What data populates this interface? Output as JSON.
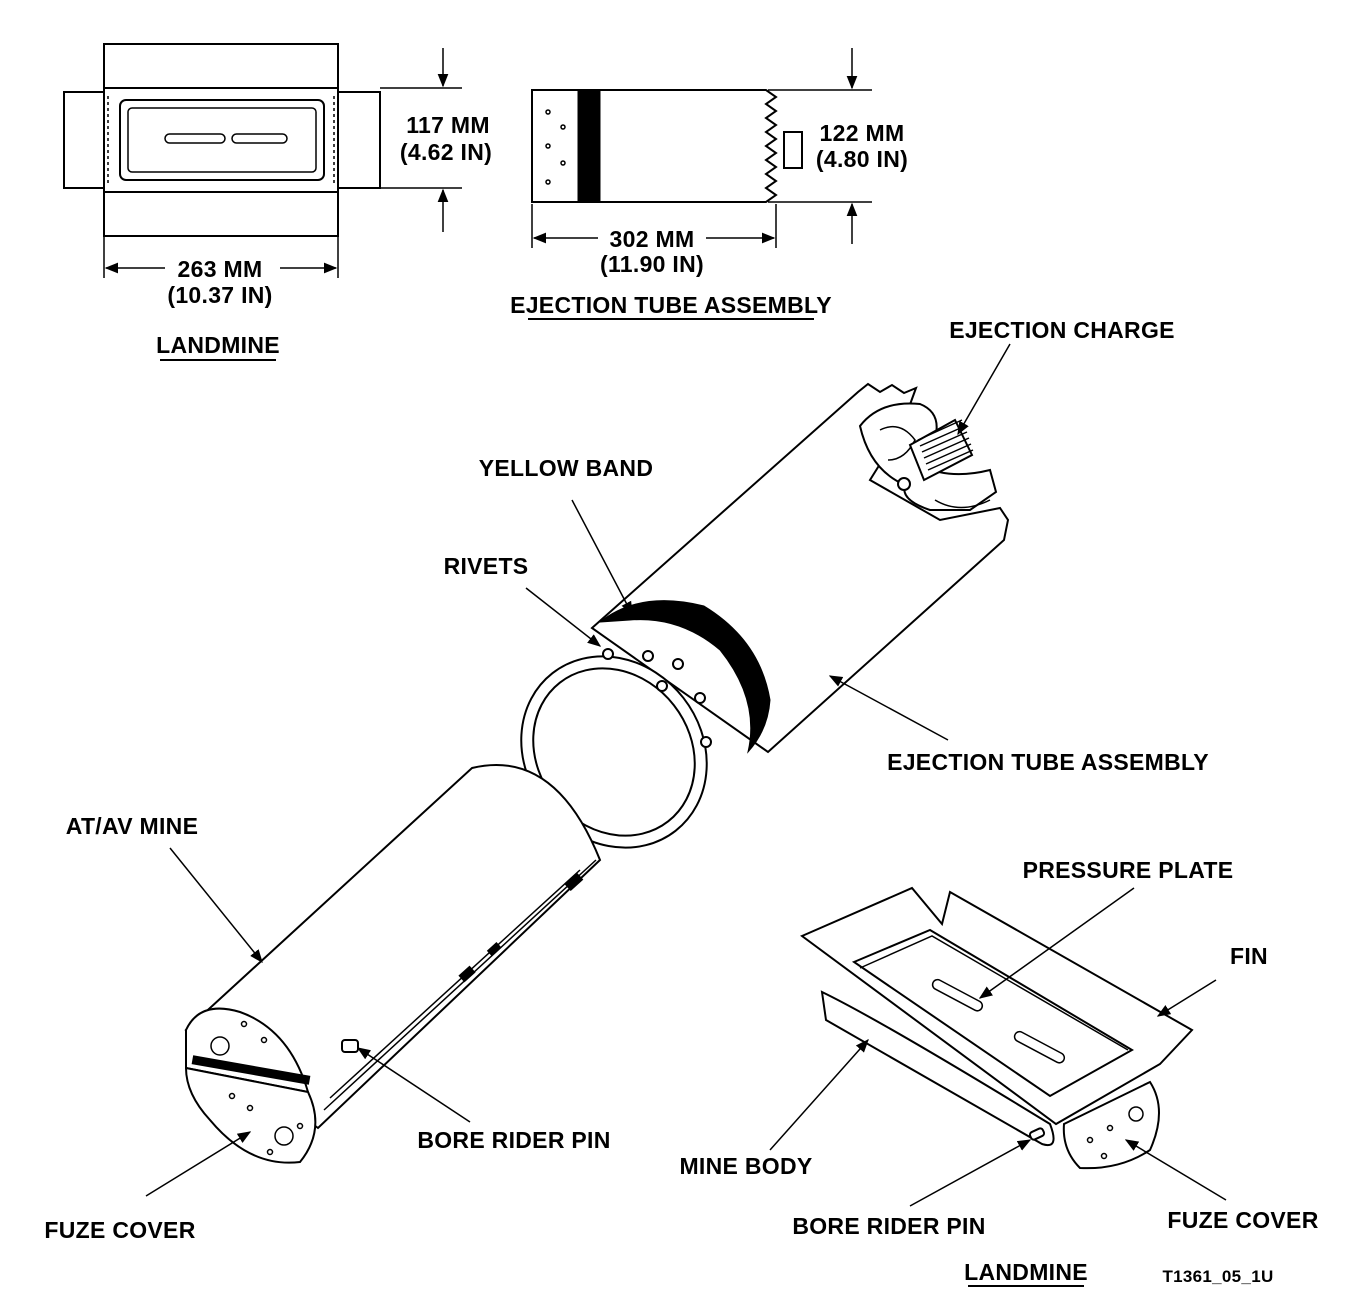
{
  "top_left": {
    "title": "LANDMINE",
    "height_mm": "117 MM",
    "height_in": "(4.62 IN)",
    "width_mm": "263 MM",
    "width_in": "(10.37 IN)"
  },
  "top_right": {
    "title": "EJECTION TUBE ASSEMBLY",
    "height_mm": "122 MM",
    "height_in": "(4.80 IN)",
    "width_mm": "302 MM",
    "width_in": "(11.90 IN)"
  },
  "callouts": {
    "ejection_charge": "EJECTION CHARGE",
    "yellow_band": "YELLOW BAND",
    "rivets": "RIVETS",
    "ejection_tube_assembly": "EJECTION TUBE ASSEMBLY",
    "atav_mine": "AT/AV MINE",
    "bore_rider_pin_left": "BORE RIDER PIN",
    "fuze_cover_left": "FUZE COVER",
    "pressure_plate": "PRESSURE PLATE",
    "fin": "FIN",
    "mine_body": "MINE BODY",
    "bore_rider_pin_right": "BORE RIDER PIN",
    "fuze_cover_right": "FUZE COVER"
  },
  "bottom_right": {
    "title": "LANDMINE",
    "figure_id": "T1361_05_1U"
  }
}
